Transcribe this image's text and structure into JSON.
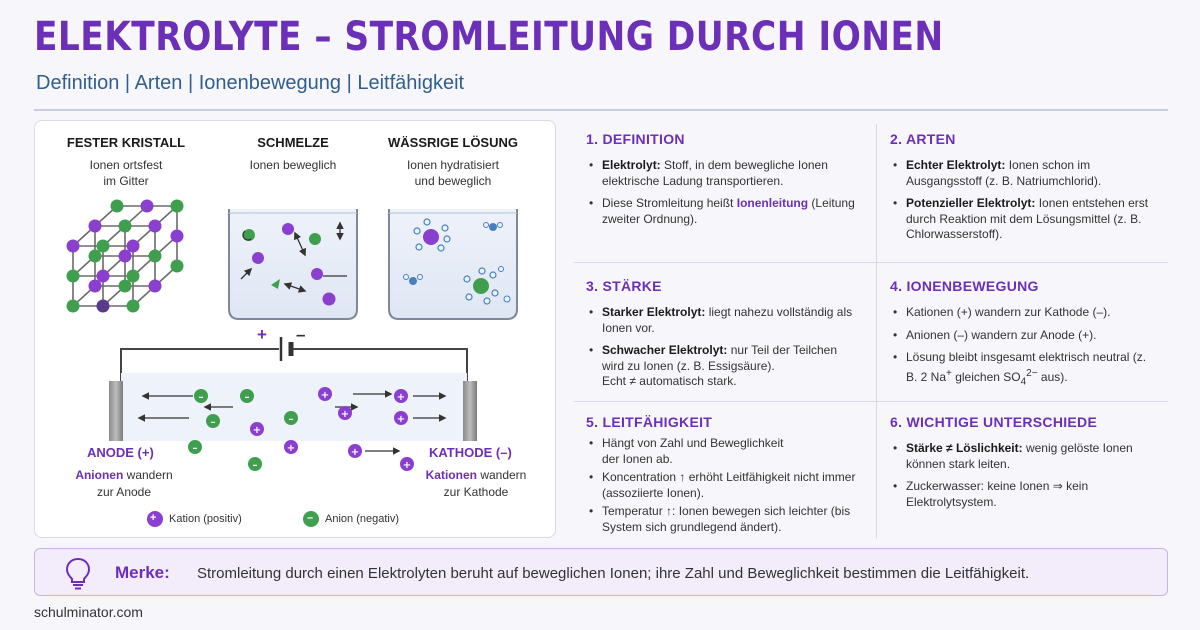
{
  "header": {
    "title": "ELEKTROLYTE – STROMLEITUNG DURCH IONEN",
    "subtitle": "Definition | Arten | Ionenbewegung | Leitfähigkeit"
  },
  "colors": {
    "accent": "#6b2fb8",
    "cation": "#8a3fcf",
    "anion": "#3f9f4f",
    "subtitle": "#2f5f8f"
  },
  "states": [
    {
      "title": "FESTER KRISTALL",
      "desc1": "Ionen ortsfest",
      "desc2": "im Gitter"
    },
    {
      "title": "SCHMELZE",
      "desc1": "Ionen beweglich",
      "desc2": ""
    },
    {
      "title": "WÄSSRIGE LÖSUNG",
      "desc1": "Ionen hydratisiert",
      "desc2": "und beweglich"
    }
  ],
  "circuit": {
    "plus": "+",
    "minus": "–",
    "anode": {
      "label": "ANODE (+)",
      "hl": "Anionen",
      "rest": " wandern",
      "line2": "zur Anode"
    },
    "cathode": {
      "label": "KATHODE (–)",
      "hl": "Kationen",
      "rest": " wandern",
      "line2": "zur Kathode"
    }
  },
  "legend": {
    "cation": "Kation (positiv)",
    "anion": "Anion (negativ)",
    "cation_sign": "+",
    "anion_sign": "–"
  },
  "sections": {
    "definition": {
      "title": "1. DEFINITION",
      "b1_bold": "Elektrolyt:",
      "b1_rest": " Stoff, in dem bewegliche Ionen elektrische Ladung transportieren.",
      "b2_pre": "Diese Stromleitung heißt ",
      "b2_hl": "Ionenleitung",
      "b2_rest": " (Leitung zweiter Ordnung)."
    },
    "arten": {
      "title": "2. ARTEN",
      "b1_bold": "Echter Elektrolyt:",
      "b1_rest": " Ionen schon im Ausgangsstoff (z. B. Natriumchlorid).",
      "b2_bold": "Potenzieller Elektrolyt:",
      "b2_rest": " Ionen entstehen erst durch Reaktion mit dem Lösungsmittel (z. B. Chlorwasserstoff)."
    },
    "staerke": {
      "title": "3. STÄRKE",
      "b1_bold": "Starker Elektrolyt:",
      "b1_rest": " liegt nahezu vollständig als Ionen vor.",
      "b2_bold": "Schwacher Elektrolyt:",
      "b2_rest": " nur Teil der Teilchen wird zu Ionen (z. B. Essigsäure).",
      "b2_line3": "Echt ≠ automatisch stark."
    },
    "ionenbewegung": {
      "title": "4. IONENBEWEGUNG",
      "b1": "Kationen (+) wandern zur Kathode (–).",
      "b2": "Anionen (–) wandern zur Anode (+).",
      "b3_pre": "Lösung bleibt insgesamt elektrisch neutral (z. B. 2 Na",
      "b3_sup1": "+",
      "b3_mid": " gleichen SO",
      "b3_sub": "4",
      "b3_sup2": "2−",
      "b3_end": " aus)."
    },
    "leitfaehigkeit": {
      "title": "5. LEITFÄHIGKEIT",
      "b1": "Hängt von Zahl und Beweglichkeit der Ionen ab.",
      "b2": "Koncentration ↑ erhöht Leitfähigkeit nicht immer (assoziierte Ionen).",
      "b3": "Temperatur ↑: Ionen bewegen sich leichter (bis System sich grundlegend ändert)."
    },
    "unterschiede": {
      "title": "6. WICHTIGE UNTERSCHIEDE",
      "b1_bold": "Stärke ≠ Löslichkeit:",
      "b1_rest": " wenig gelöste Ionen können stark leiten.",
      "b2": "Zuckerwasser: keine Ionen ⇒ kein Elektrolytsystem."
    }
  },
  "merke": {
    "icon": "lightbulb-icon",
    "label": "Merke:",
    "text": "Stromleitung durch einen Elektrolyten beruht auf beweglichen Ionen; ihre Zahl und Beweglichkeit bestimmen die Leitfähigkeit."
  },
  "footer": "schulminator.com"
}
